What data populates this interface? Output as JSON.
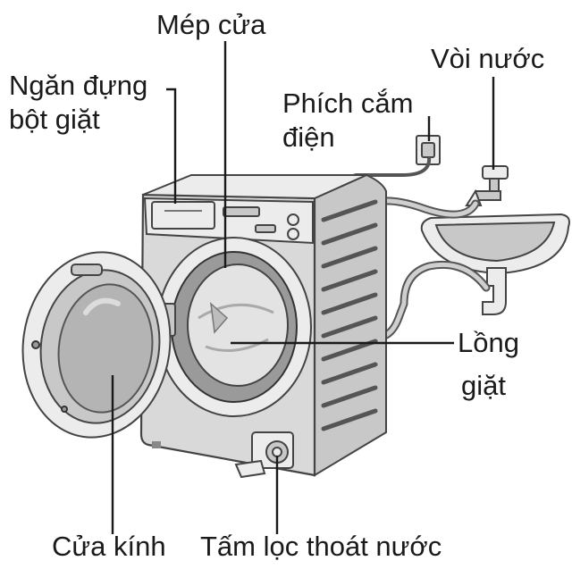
{
  "labels": {
    "door_rim": "Mép cửa",
    "faucet": "Vòi nước",
    "detergent_line1": "Ngăn đựng",
    "detergent_line2": "bột giặt",
    "plug_line1": "Phích cắm",
    "plug_line2": "điện",
    "drum_line1": "Lồng",
    "drum_line2": "giặt",
    "glass_door": "Cửa kính",
    "drain_filter": "Tấm lọc thoát nước"
  }
}
